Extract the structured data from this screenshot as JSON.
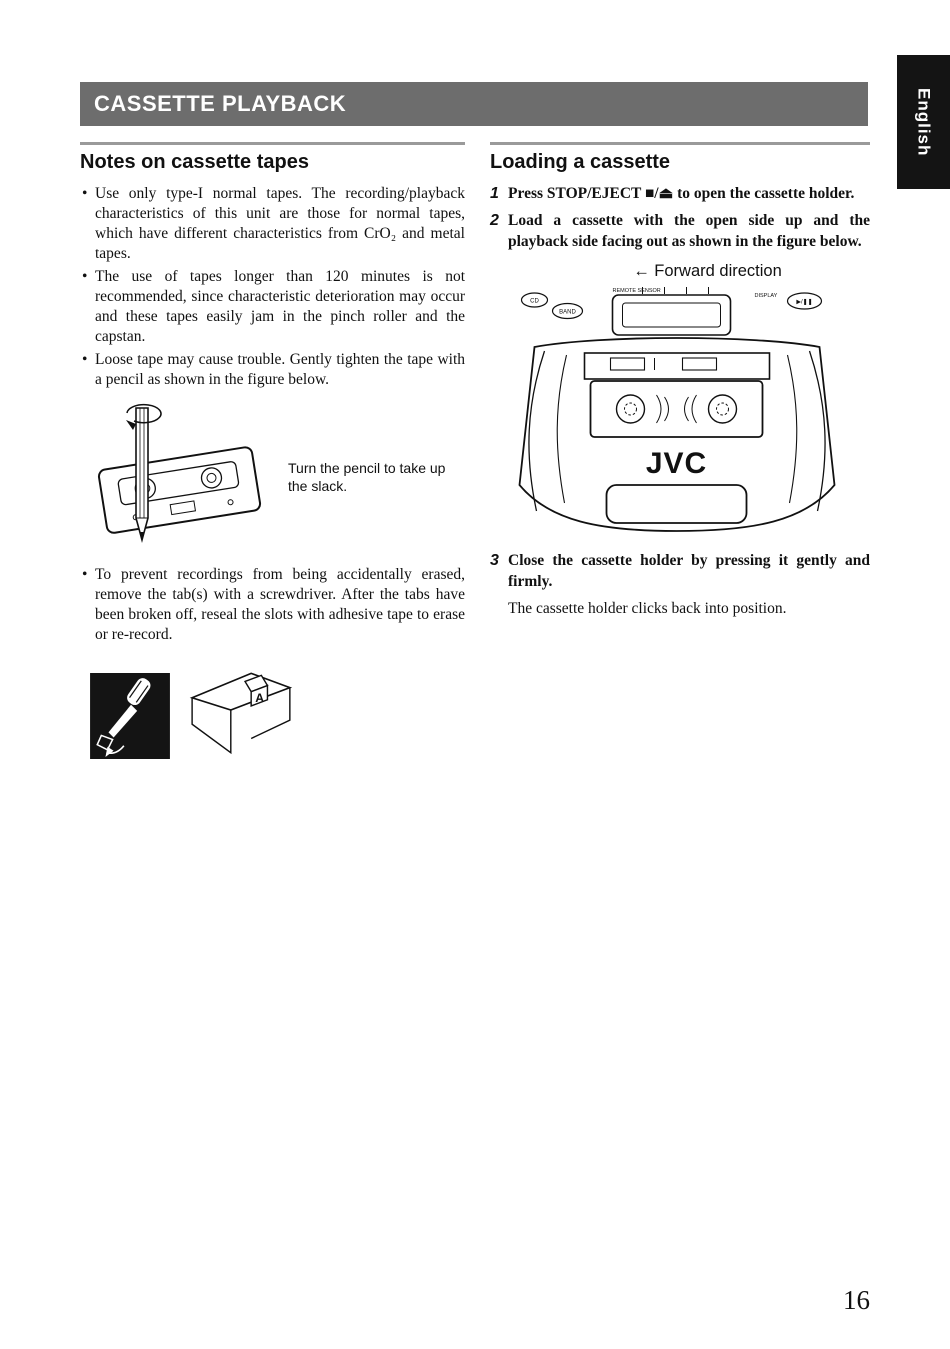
{
  "header": {
    "title": "CASSETTE PLAYBACK"
  },
  "language_tab": "English",
  "page_number": "16",
  "left": {
    "heading": "Notes on cassette tapes",
    "bullets": [
      "Use only type-I normal tapes. The recording/playback characteristics of this unit are those for normal tapes, which have different characteristics from CrO₂ and metal tapes.",
      "The use of tapes longer than 120 minutes is not recommended, since characteristic deterioration may occur and these tapes easily jam in the pinch roller and the capstan.",
      "Loose tape may cause trouble. Gently tighten the tape with a pencil as shown in the figure below.",
      "To prevent recordings from being accidentally erased, remove the tab(s) with a screwdriver. After the tabs have been broken off, reseal the slots with adhesive tape to erase or re-record."
    ],
    "pencil_figure_caption": "Turn the pencil to take up the slack.",
    "tab_figure_label": "A"
  },
  "right": {
    "heading": "Loading a cassette",
    "steps": [
      {
        "num": "1",
        "text": "Press STOP/EJECT ■/⏏ to open the cassette holder."
      },
      {
        "num": "2",
        "text": "Load a cassette with the open side up and the playback side facing out as shown in the figure below."
      },
      {
        "num": "3",
        "text": "Close the cassette holder by pressing it gently and firmly."
      }
    ],
    "step3_sub": "The cassette holder clicks back into position.",
    "forward_label": "← Forward direction",
    "boombox": {
      "brand": "JVC",
      "label_cd": "CD",
      "label_band": "BAND",
      "label_remote": "REMOTE SENSOR",
      "label_display": "DISPLAY",
      "label_play": "▶/❚❚"
    }
  }
}
